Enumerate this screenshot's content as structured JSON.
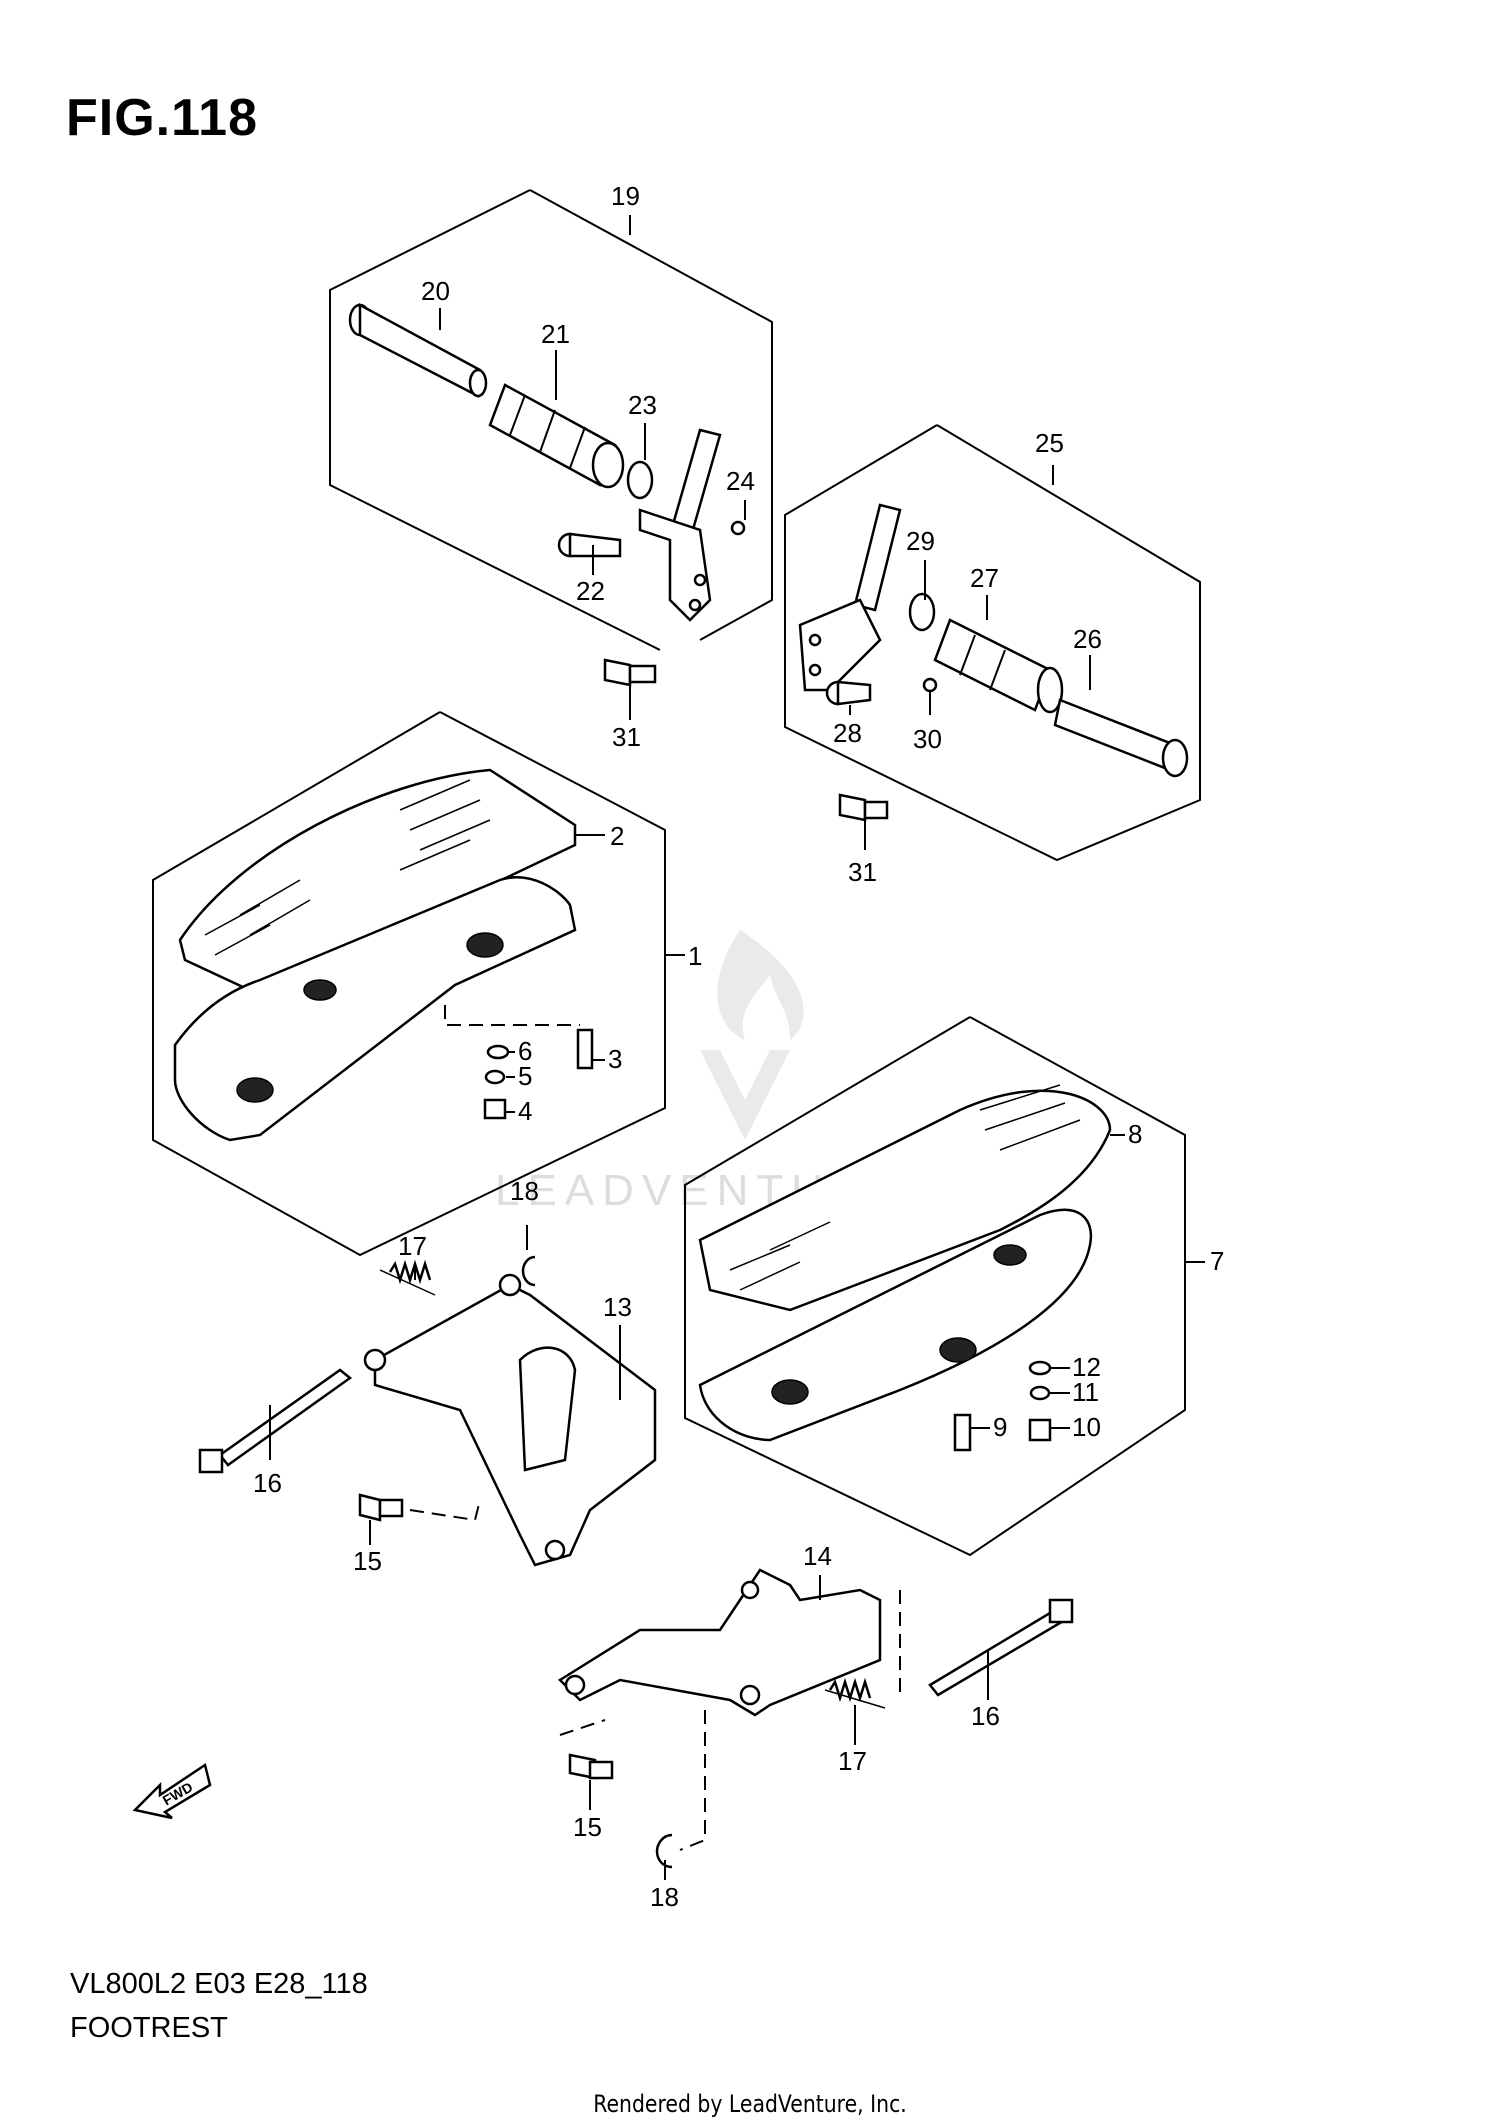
{
  "figure": {
    "title": "FIG.118"
  },
  "footer": {
    "model_code": "VL800L2 E03 E28_118",
    "name": "FOOTREST",
    "rendered_by": "Rendered by LeadVenture, Inc."
  },
  "watermark": {
    "text": "LEADVENTURE"
  },
  "fwd_arrow": {
    "label": "FWD"
  },
  "callouts": [
    "19",
    "20",
    "21",
    "23",
    "24",
    "22",
    "31",
    "25",
    "29",
    "27",
    "26",
    "28",
    "30",
    "31",
    "2",
    "1",
    "6",
    "3",
    "5",
    "4",
    "8",
    "7",
    "12",
    "11",
    "10",
    "9",
    "18",
    "17",
    "13",
    "16",
    "15",
    "14",
    "16",
    "17",
    "15",
    "18"
  ]
}
